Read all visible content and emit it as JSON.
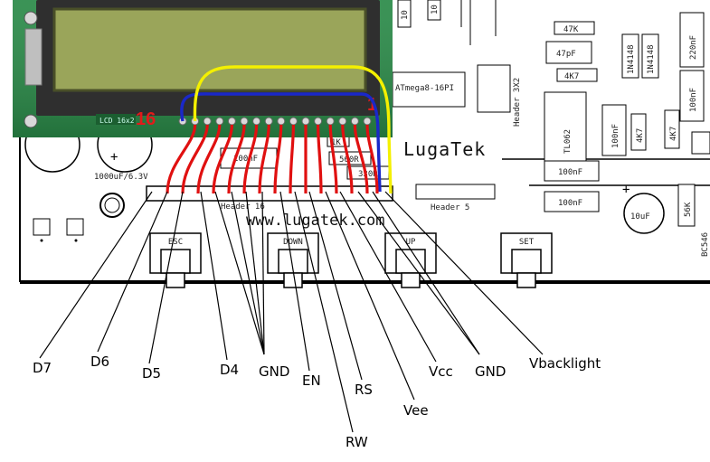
{
  "lcd": {
    "pin_first_label": "16",
    "pin_last_label": "1",
    "pcb_text": "LCD 16x2"
  },
  "board": {
    "brand": "LugaTek",
    "url": "www.lugatek.com",
    "mcu": "ATmega8-16PI",
    "header3": "Header 3X2",
    "header16": "Header 16",
    "header5": "Header 5",
    "opamp": "TL062",
    "cap_main": "1000uF/6.3V",
    "cap_small": "10uF",
    "transistor": "BC546",
    "plus": "+",
    "parts": {
      "r47k": "47K",
      "c47pf": "47pF",
      "r4k7a": "4K7",
      "d1": "1N4148",
      "d2": "1N4148",
      "c220n": "220nF",
      "c100n_a": "100nF",
      "c100n_b": "100nF",
      "c100n_c": "100nF",
      "c100n_d": "100nF",
      "c100n_e": "100nF",
      "r4k7b": "4K7",
      "r4k7c": "4K7",
      "r56k": "56K",
      "r560": "560R",
      "r330": "330R",
      "r1k": "1K",
      "r10a": "10",
      "r10b": "10"
    },
    "buttons": [
      "ESC",
      "DOWN",
      "UP",
      "SET"
    ]
  },
  "pins": [
    {
      "label": "D7"
    },
    {
      "label": "D6"
    },
    {
      "label": "D5"
    },
    {
      "label": "D4"
    },
    {
      "label": "GND"
    },
    {
      "label": "EN"
    },
    {
      "label": "RW"
    },
    {
      "label": "RS"
    },
    {
      "label": "Vee"
    },
    {
      "label": "Vcc"
    },
    {
      "label": "GND"
    },
    {
      "label": "Vbacklight"
    }
  ],
  "colors": {
    "wire_red": "#e01010",
    "wire_blue": "#1a28c8",
    "wire_yellow": "#f4f000",
    "pin_number": "#e21a1a",
    "pcb_green": "#1f7a3c",
    "lcd_screen": "#9aa55a"
  }
}
